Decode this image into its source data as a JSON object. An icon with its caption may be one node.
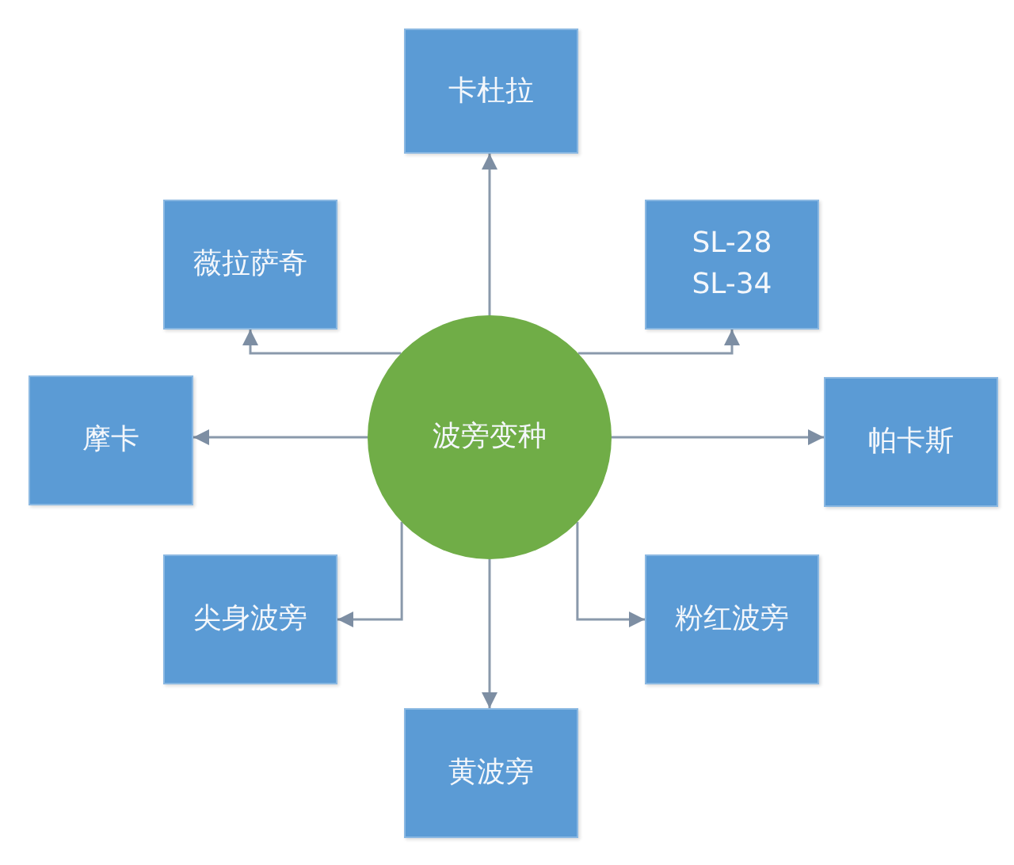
{
  "diagram": {
    "nodes": [
      {
        "text": [
          "卡杜拉"
        ]
      },
      {
        "text": [
          "薇拉萨奇"
        ]
      },
      {
        "text": [
          "SL-28",
          "SL-34"
        ]
      },
      {
        "text": [
          "摩卡"
        ]
      },
      {
        "text": [
          "波旁变种"
        ]
      },
      {
        "text": [
          "帕卡斯"
        ]
      },
      {
        "text": [
          "尖身波旁"
        ]
      },
      {
        "text": [
          "粉红波旁"
        ]
      },
      {
        "text": [
          "黄波旁"
        ]
      }
    ],
    "edges": [
      {
        "from": 4,
        "to": 0,
        "arrow": "to"
      },
      {
        "from": 4,
        "to": 1,
        "arrow": "to"
      },
      {
        "from": 4,
        "to": 2,
        "arrow": "to"
      },
      {
        "from": 4,
        "to": 3,
        "arrow": "to"
      },
      {
        "from": 4,
        "to": 5,
        "arrow": "to"
      },
      {
        "from": 4,
        "to": 6,
        "arrow": "to"
      },
      {
        "from": 4,
        "to": 7,
        "arrow": "to"
      },
      {
        "from": 4,
        "to": 8,
        "arrow": "to"
      }
    ]
  }
}
